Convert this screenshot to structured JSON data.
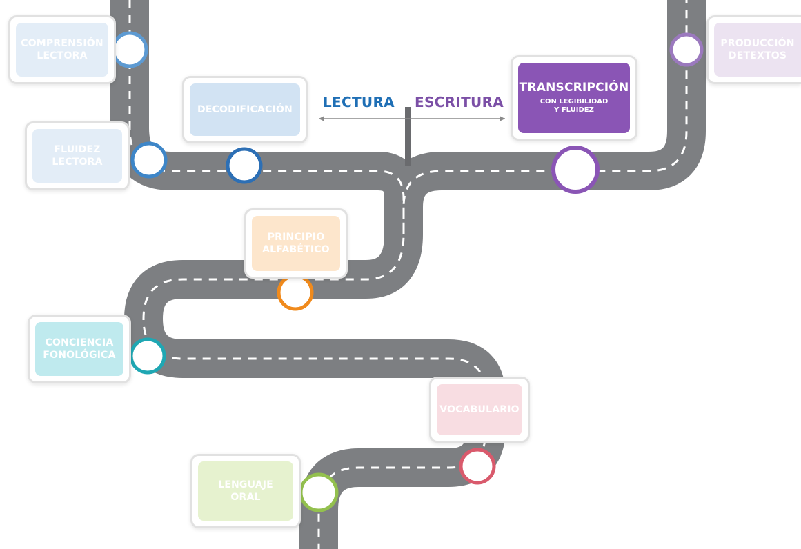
{
  "headers": {
    "lectura": {
      "text": "LECTURA",
      "color": "#1f6fb5"
    },
    "escritura": {
      "text": "ESCRITURA",
      "color": "#7b4fa6"
    }
  },
  "cards": {
    "comprension": {
      "text": "COMPRENSIÓN\nLECTORA",
      "color": "#e3edf7"
    },
    "fluidez": {
      "text": "FLUIDEZ\nLECTORA",
      "color": "#e3edf7"
    },
    "decodificacion": {
      "text": "DECODIFICACIÓN",
      "color": "#d2e3f3"
    },
    "transcripcion": {
      "text": "TRANSCRIPCIÓN",
      "subtext": "CON LEGIBILIDAD\nY FLUIDEZ",
      "color": "#8a55b5"
    },
    "produccion": {
      "text": "PRODUCCIÓN\nDETEXTOS",
      "color": "#ece3f1"
    },
    "principio": {
      "text": "PRINCIPIO\nALFABÉTICO",
      "color": "#fde6cc"
    },
    "conciencia": {
      "text": "CONCIENCIA\nFONOLÓGICA",
      "color": "#bfeaee"
    },
    "vocabulario": {
      "text": "VOCABULARIO",
      "color": "#f8dde2"
    },
    "lenguaje": {
      "text": "LENGUAJE\nORAL",
      "color": "#e6f2cf"
    }
  },
  "milestone_colors": {
    "comprension": "#5d9ad2",
    "fluidez": "#3e86c8",
    "decodificacion": "#2c6fb5",
    "transcripcion": "#8a55b5",
    "produccion": "#9b79be",
    "principio": "#f08a1c",
    "conciencia": "#1fa7b3",
    "vocabulario": "#d95a6c",
    "lenguaje": "#93c04e"
  },
  "road_color": "#7d7f82"
}
